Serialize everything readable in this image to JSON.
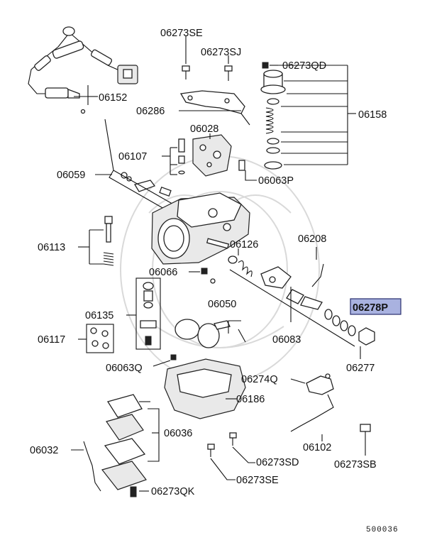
{
  "diagram": {
    "highlighted_part": "06278P",
    "figure_code": "500036",
    "labels": {
      "p06273SE_top": "06273SE",
      "p06273SJ": "06273SJ",
      "p06273QD": "06273QD",
      "p06152": "06152",
      "p06286": "06286",
      "p06158": "06158",
      "p06028": "06028",
      "p06107": "06107",
      "p06059": "06059",
      "p06063P": "06063P",
      "p06113": "06113",
      "p06126": "06126",
      "p06208": "06208",
      "p06066": "06066",
      "p06050": "06050",
      "p06278P": "06278P",
      "p06135": "06135",
      "p06117": "06117",
      "p06083": "06083",
      "p06277": "06277",
      "p06063Q": "06063Q",
      "p06274Q": "06274Q",
      "p06186": "06186",
      "p06036": "06036",
      "p06102": "06102",
      "p06032": "06032",
      "p06273SD": "06273SD",
      "p06273SB": "06273SB",
      "p06273SE_bot": "06273SE",
      "p06273QK": "06273QK"
    }
  }
}
